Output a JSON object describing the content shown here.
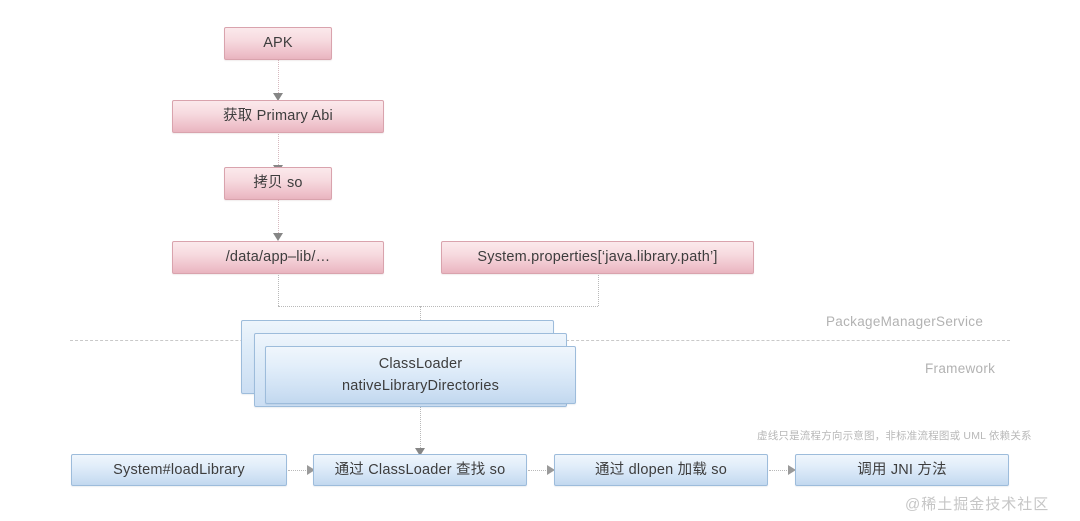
{
  "diagram": {
    "title_nodes": {
      "apk": "APK",
      "get_primary_abi": "获取 Primary Abi",
      "copy_so": "拷贝 so",
      "data_app_lib": "/data/app–lib/…",
      "system_properties": "System.properties[‘java.library.path’]",
      "classloader_line1": "ClassLoader",
      "classloader_line2": "nativeLibraryDirectories",
      "load_library": "System#loadLibrary",
      "find_so": "通过 ClassLoader 查找 so",
      "dlopen_so": "通过 dlopen 加载 so",
      "call_jni": "调用 JNI 方法"
    },
    "zones": {
      "upper": "PackageManagerService",
      "lower": "Framework"
    },
    "footnote": "虚线只是流程方向示意图，非标准流程图或 UML 依赖关系",
    "watermark": "@稀土掘金技术社区",
    "colors": {
      "pink_fill_top": "#fbe9ec",
      "pink_fill_bottom": "#e9b4bf",
      "pink_border": "#d9a3ad",
      "blue_fill_top": "#f0f6fc",
      "blue_fill_bottom": "#c2d8ef",
      "blue_border": "#9dbcdb",
      "connector": "#b9b9b9",
      "zone_label": "#b2b2b2",
      "text": "#3d3d3d",
      "background": "#ffffff"
    }
  }
}
